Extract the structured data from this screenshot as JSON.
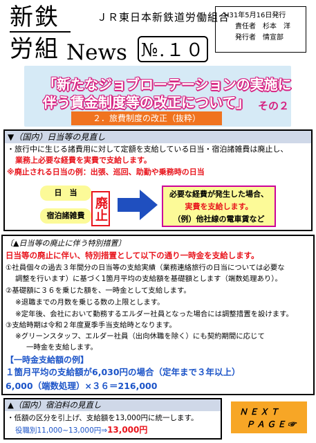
{
  "masthead": {
    "logo_top": "新鉄",
    "logo_bottom": "労組",
    "news": "News",
    "issue": "№.１０",
    "organization": "ＪＲ東日本新鉄道労働組合"
  },
  "publisher": {
    "date": "H31年5月16日発行",
    "editor": "責任者　杉本　洋",
    "issuer": "発行者　情宣部"
  },
  "title": {
    "line1": "「新たなジョブローテーションの実施に",
    "line2": "伴う賃金制度等の改正について」",
    "part": "その２",
    "subtitle": "２．旅費制度の改正（抜粋）"
  },
  "section1": {
    "heading": "▼（国内）日当等の見直し",
    "line1": "・旅行中に生じる諸費用に対して定額を支給している日当・宿泊諸雑費は廃止し、",
    "line2": "業務上必要な経費を実費で支給します。",
    "line3": "※廃止される日当の例：出張、巡回、助勤や乗務時の日当",
    "pill1": "日　当",
    "pill2": "宿泊諸雑費",
    "abolish": "廃止",
    "result_line1": "必要な経費が発生した場合、",
    "result_line2": "実費を支給します。",
    "result_line3": "（例）他社線の電車賃など"
  },
  "section2": {
    "heading": "〔▲日当等の廃止に伴う特別措置〕",
    "lead": "日当等の廃止に伴い、特別措置として以下の通り一時金を支給します。",
    "item1a": "①社員個々の過去３年間分の日当等の支給実績（業務連絡旅行の日当については必要な",
    "item1b": "調整を行います）に基づく1箇月平均の支給額を基礎額とします（端数処理あり）。",
    "item2": "②基礎額に３６を乗じた額を、一時金として支給します。",
    "note2a": "※退職までの月数を乗じる数の上限とします。",
    "note2b": "※定年後、会社において勤務するエルダー社員となった場合には調整措置を設けます。",
    "item3": "③支給時期は令和２年度夏季手当支給時となります。",
    "note3a": "※グリーンスタッフ、エルダー社員（出向休職を除く）にも契約期間に応じて",
    "note3b": "一時金を支給します。",
    "example_heading": "【一時金支給額の例】",
    "example1": "１箇月平均の支給額が6,030円の場合（定年まで３年以上）",
    "example2": "6,000（端数処理）×３６＝216,000"
  },
  "section3": {
    "heading": "▲（国内）宿泊料の見直し",
    "line1": "・低額の区分を引上げ、支給額を13,000円に統一します。",
    "line2_prefix": "役職別11,000~13,000円⇒",
    "line2_value": "13,000円"
  },
  "next": {
    "line1": "ＮＥＸＴ",
    "line2": "ＰＡＧＥ☞"
  },
  "colors": {
    "accent_pink": "#d62080",
    "orange": "#f0731f",
    "red_text": "#e8141c",
    "blue_text": "#1c54c8",
    "yellow": "#fcfa98",
    "arrow_blue": "#1f4fbf"
  }
}
